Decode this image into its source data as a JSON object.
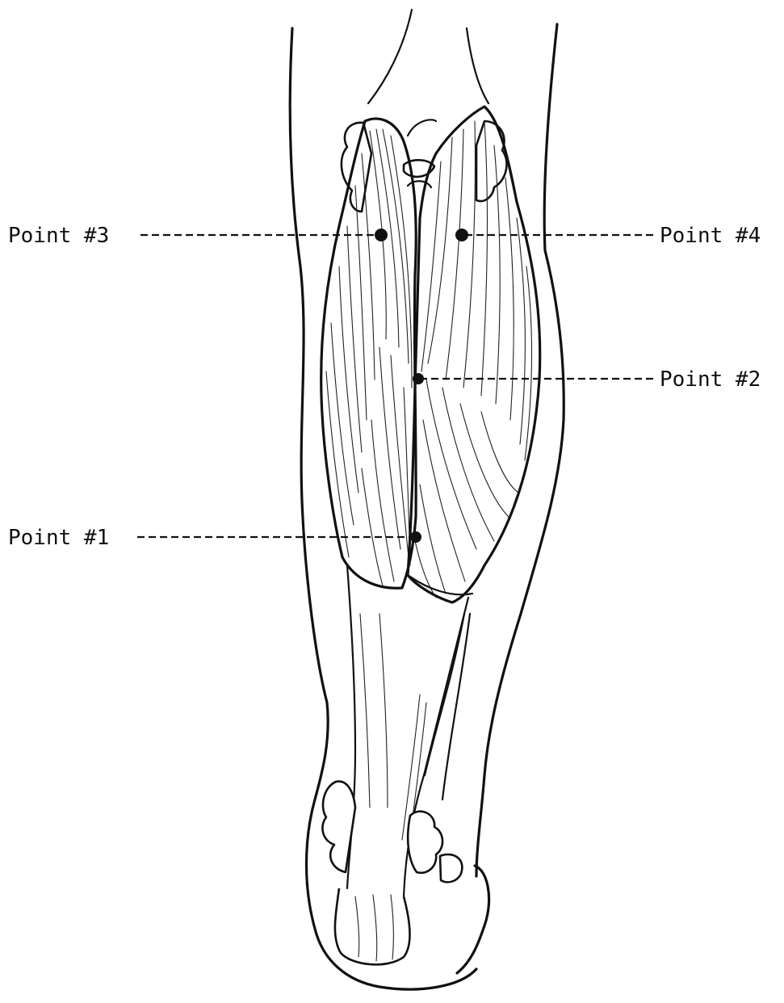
{
  "figure": {
    "background": "#ffffff",
    "ink": "#111111"
  },
  "labels": {
    "point1": "Point #1",
    "point2": "Point #2",
    "point3": "Point #3",
    "point4": "Point #4"
  }
}
